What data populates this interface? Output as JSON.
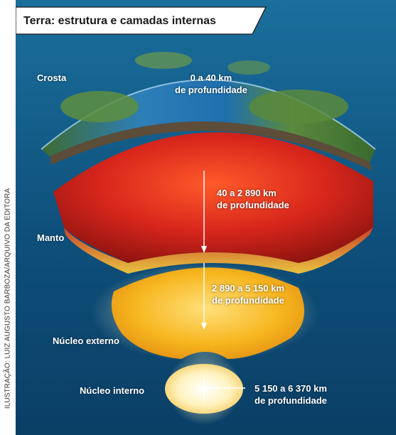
{
  "title": "Terra: estrutura e camadas internas",
  "credit": "ILUSTRAÇÃO: LUIZ AUGUSTO BARBOZA/ARQUIVO DA EDITORA",
  "layers": [
    {
      "name": "Crosta",
      "depth_line1": "0 a 40 km",
      "depth_line2": "de profundidade"
    },
    {
      "name": "Manto",
      "depth_line1": "40 a 2 890 km",
      "depth_line2": "de profundidade"
    },
    {
      "name": "Núcleo externo",
      "depth_line1": "2 890 a 5 150 km",
      "depth_line2": "de profundidade"
    },
    {
      "name": "Núcleo interno",
      "depth_line1": "5 150 a 6 370 km",
      "depth_line2": "de profundidade"
    }
  ],
  "colors": {
    "ocean": "#1f7fbf",
    "land": "#4f7a3a",
    "mantle": "#d8261c",
    "outer_core": "#f6b51e",
    "inner_core": "#fff3c0",
    "background": "#0e4f7a"
  }
}
